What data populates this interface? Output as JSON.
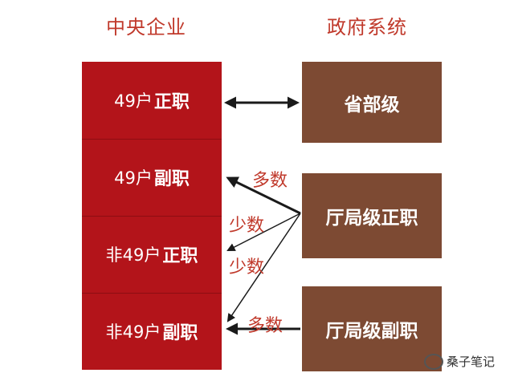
{
  "headers": {
    "left": "中央企业",
    "right": "政府系统"
  },
  "left_cells": [
    {
      "prefix": "49户",
      "title": "正职"
    },
    {
      "prefix": "49户",
      "title": "副职"
    },
    {
      "prefix": "非49户",
      "title": "正职"
    },
    {
      "prefix": "非49户",
      "title": "副职"
    }
  ],
  "right_boxes": [
    {
      "label": "省部级"
    },
    {
      "label": "厅局级正职"
    },
    {
      "label": "厅局级副职"
    }
  ],
  "arrow_labels": {
    "majority_1": "多数",
    "minority_1": "少数",
    "minority_2": "少数",
    "majority_2": "多数"
  },
  "watermark": {
    "text": "桑子笔记",
    "icon": "wechat-icon"
  },
  "colors": {
    "left_fill": "#b3141a",
    "right_fill": "#7d4a33",
    "header_text": "#c0392b",
    "arrow": "#1a1a1a"
  }
}
